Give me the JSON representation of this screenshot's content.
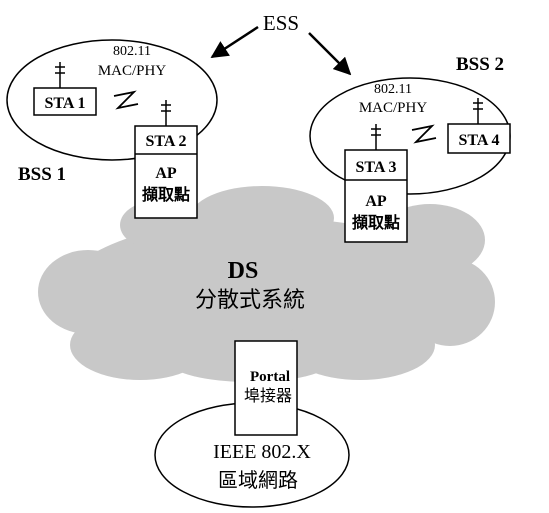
{
  "ess": {
    "label": "ESS"
  },
  "bss1": {
    "label": "BSS 1",
    "standard": "802.11",
    "layer": "MAC/PHY",
    "sta1": "STA 1",
    "sta2": "STA 2",
    "ap_label": "AP",
    "ap_sublabel": "擷取點"
  },
  "bss2": {
    "label": "BSS 2",
    "standard": "802.11",
    "layer": "MAC/PHY",
    "sta3": "STA 3",
    "sta4": "STA 4",
    "ap_label": "AP",
    "ap_sublabel": "擷取點"
  },
  "ds": {
    "label": "DS",
    "sublabel": "分散式系統"
  },
  "portal": {
    "label": "Portal",
    "sublabel": "埠接器"
  },
  "lan": {
    "label": "IEEE 802.X",
    "sublabel": "區域網路"
  },
  "colors": {
    "cloud": "#c8c8c8",
    "line": "#000000",
    "background": "#ffffff"
  },
  "icons": {
    "antenna": "antenna-icon",
    "wireless_link": "wireless-link-icon",
    "arrow": "arrow-icon"
  }
}
